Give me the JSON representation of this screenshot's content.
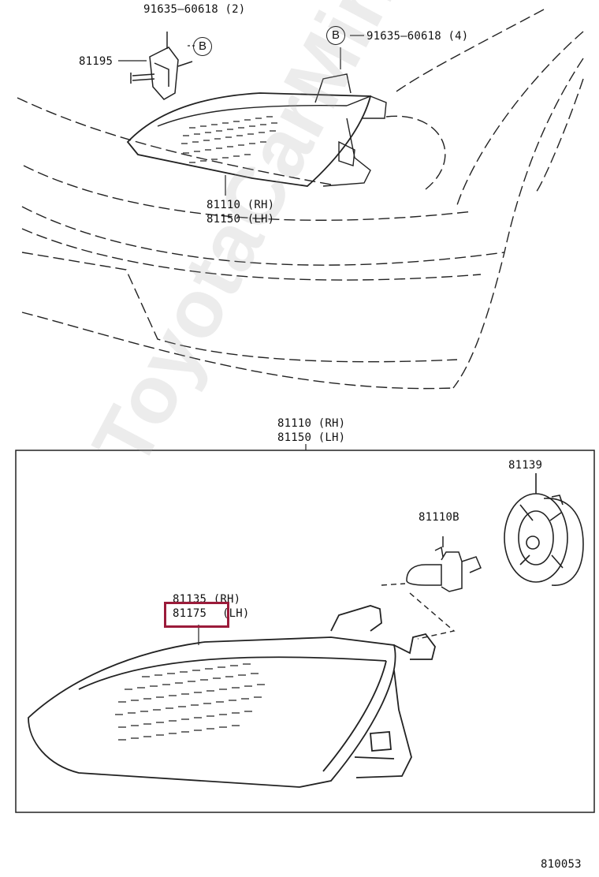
{
  "diagram": {
    "top_view": {
      "bolt_label": "91635–60618 (2)",
      "bolt_label_right": "91635–60618 (4)",
      "bracket_label": "81195",
      "circle_marker": "B",
      "lamp_rh": "81110 (RH)",
      "lamp_lh": "81150 (LH)"
    },
    "detail_box": {
      "title_rh": "81110 (RH)",
      "title_lh": "81150 (LH)",
      "socket_cover": "81139",
      "bulb": "81110B",
      "lens_rh": "81135 (RH)",
      "lens_lh_highlighted": "81175",
      "lens_lh_suffix": "(LH)"
    },
    "diagram_code": "810053",
    "watermark": "ToyotaCarMine.ru",
    "highlight_color": "#9b1b3a"
  }
}
